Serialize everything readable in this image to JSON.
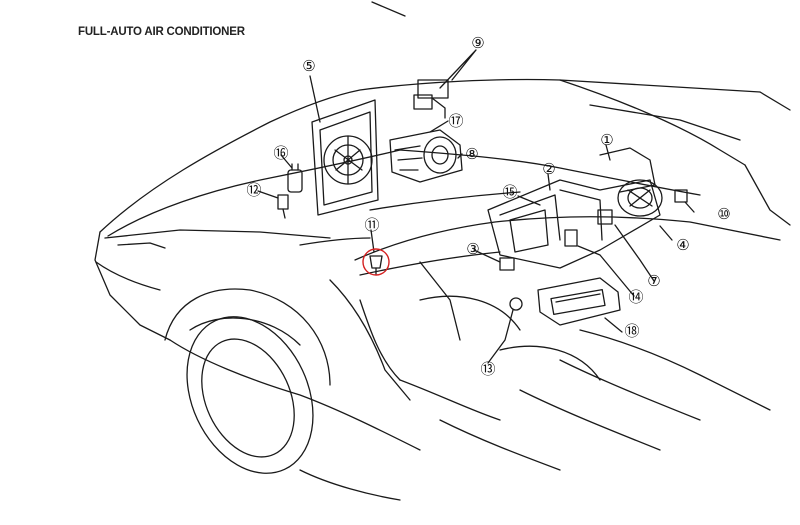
{
  "title": "FULL-AUTO AIR CONDITIONER",
  "callouts": [
    {
      "id": "1",
      "label": "①"
    },
    {
      "id": "2",
      "label": "②"
    },
    {
      "id": "3",
      "label": "③"
    },
    {
      "id": "4",
      "label": "④"
    },
    {
      "id": "5",
      "label": "⑤"
    },
    {
      "id": "7",
      "label": "⑦"
    },
    {
      "id": "8",
      "label": "⑧"
    },
    {
      "id": "9",
      "label": "⑨"
    },
    {
      "id": "10",
      "label": "⑩"
    },
    {
      "id": "11",
      "label": "⑪"
    },
    {
      "id": "12",
      "label": "⑫"
    },
    {
      "id": "13",
      "label": "⑬"
    },
    {
      "id": "14",
      "label": "⑭"
    },
    {
      "id": "15",
      "label": "⑮"
    },
    {
      "id": "16",
      "label": "⑯"
    },
    {
      "id": "17",
      "label": "⑰"
    },
    {
      "id": "18",
      "label": "⑱"
    }
  ],
  "highlight": {
    "target": "11",
    "color": "#d42020"
  },
  "line_color": "#1a1a1a"
}
